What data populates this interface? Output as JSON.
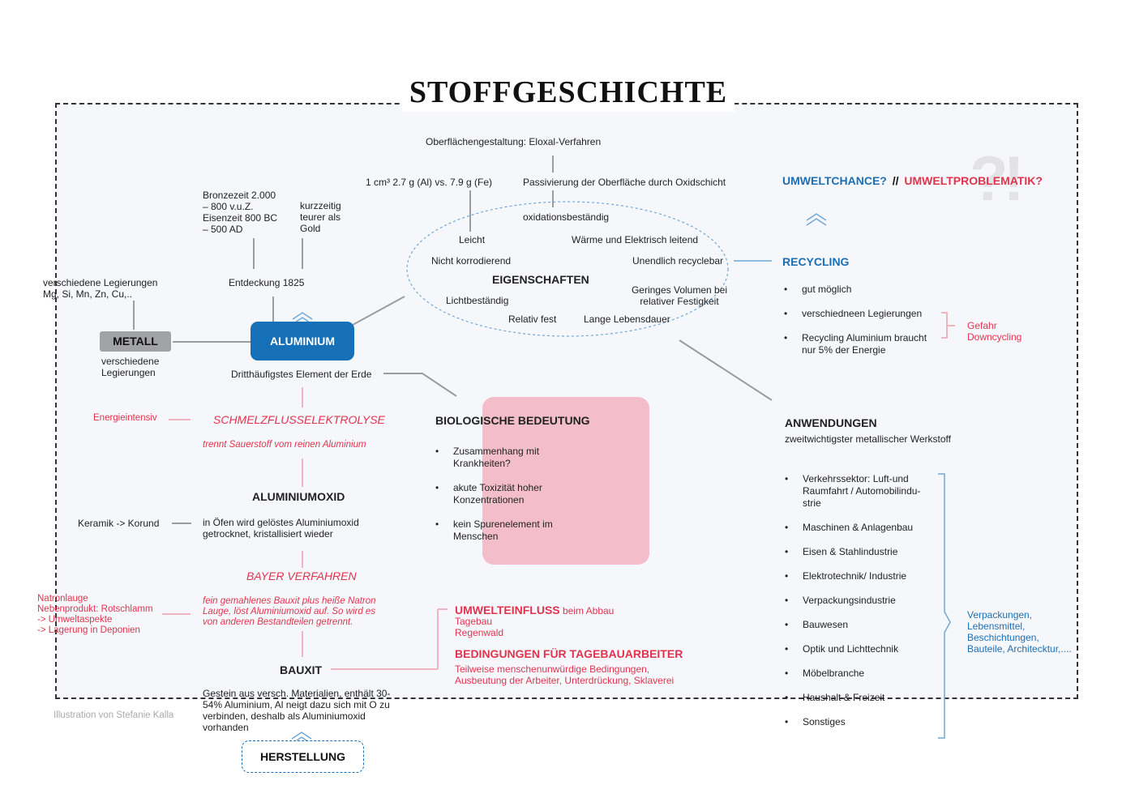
{
  "title": "STOFFGESCHICHTE",
  "credit": "Illustration von Stefanie Kalla",
  "qmark": "?!",
  "nodes": {
    "aluminium": "ALUMINIUM",
    "metall": "METALL",
    "herstellung": "HERSTELLUNG",
    "eigenschaften": "EIGENSCHAFTEN",
    "aluminiumoxid": "ALUMINIUMOXID",
    "bauxit": "BAUXIT",
    "schmelz": "SCHMELZFLUSSELEKTROLYSE",
    "bayer": "BAYER VERFAHREN",
    "bio": "BIOLOGISCHE BEDEUTUNG",
    "anwendungen": "ANWENDUNGEN",
    "recycling": "RECYCLING",
    "umweltchance": "UMWELTCHANCE?",
    "sep": "//",
    "umweltproblematik": "UMWELTPROBLEMATIK?"
  },
  "texts": {
    "oberflaeche": "Oberflächengestaltung: Eloxal-Verfahren",
    "dichte": "1 cm³ 2.7 g (Al) vs. 7.9 g (Fe)",
    "passivierung": "Passivierung der Oberfläche durch Oxidschicht",
    "oxidations": "oxidationsbeständig",
    "leicht": "Leicht",
    "waerme": "Wärme und Elektrisch leitend",
    "nichtkorr": "Nicht korrodierend",
    "unendlich": "Unendlich recyclebar",
    "licht": "Lichtbeständig",
    "geringes1": "Geringes Volumen bei",
    "geringes2": "relativer Festigkeit",
    "relativ": "Relativ fest",
    "lange": "Lange Lebensdauer",
    "bronze1": "Bronzezeit 2.000",
    "bronze2": "– 800 v.u.Z.",
    "bronze3": "Eisenzeit 800 BC",
    "bronze4": "– 500 AD",
    "kurz1": "kurzzeitig",
    "kurz2": "teurer als",
    "kurz3": "Gold",
    "entdeckung": "Entdeckung 1825",
    "legier1": "verschiedene Legierungen",
    "legier2": "Mg, Si, Mn, Zn, Cu,..",
    "metall_sub1": "verschiedene",
    "metall_sub2": "Legierungen",
    "dritt": "Dritthäufigstes Element der Erde",
    "energie": "Energieintensiv",
    "trennt": "trennt Sauerstoff vom reinen Aluminium",
    "keramik": "Keramik -> Korund",
    "oefen1": "in Öfen wird gelöstes Aluminiumoxid",
    "oefen2": "getrocknet, kristallisiert wieder",
    "bayer1": "fein gemahlenes Bauxit plus heiße Natron",
    "bayer2": "Lauge, löst Aluminiumoxid auf. So wird es",
    "bayer3": "von anderen Bestandteilen getrennt.",
    "natron1": "Natronlauge",
    "natron2": "Nebenprodukt: Rotschlamm",
    "natron3": "-> Umweltaspekte",
    "natron4": "-> Lagerung in Deponien",
    "bauxit1": "Gestein aus versch. Materialien, enthält 30-",
    "bauxit2": "54% Aluminium, Al neigt dazu sich mit O zu",
    "bauxit3": "verbinden, deshalb als Aluminiumoxid",
    "bauxit4": "vorhanden",
    "umwelteinfluss": "UMWELTEINFLUSS",
    "beim_abbau": " beim Abbau",
    "tagebau": "Tagebau",
    "regenwald": "Regenwald",
    "bedingungen": "BEDINGUNGEN FÜR TAGEBAUARBEITER",
    "bed1": "Teilweise menschenunwürdige Bedingungen,",
    "bed2": "Ausbeutung der Arbeiter, Unterdrückung, Sklaverei",
    "anw_sub": "zweitwichtigster metallischer Werkstoff",
    "gefahr1": "Gefahr",
    "gefahr2": "Downcycling",
    "verp1": "Verpackungen,",
    "verp2": "Lebensmittel,",
    "verp3": "Beschichtungen,",
    "verp4": "Bauteile, Architecktur,...."
  },
  "bio_items": [
    [
      "Zusammenhang mit",
      "Krankheiten?"
    ],
    [
      "akute Toxizität hoher",
      "Konzentrationen"
    ],
    [
      "kein Spurenelement im",
      "Menschen"
    ]
  ],
  "recycling_items": [
    [
      "gut möglich"
    ],
    [
      "verschiedneen Legierungen"
    ],
    [
      "Recycling Aluminium braucht",
      "nur 5% der Energie"
    ]
  ],
  "anwendungen_items": [
    [
      "Verkehrssektor: Luft-und",
      "Raumfahrt / Automobilindu-",
      "strie"
    ],
    [
      "Maschinen & Anlagenbau"
    ],
    [
      "Eisen & Stahlindustrie"
    ],
    [
      "Elektrotechnik/ Industrie"
    ],
    [
      "Verpackungsindustrie"
    ],
    [
      "Bauwesen"
    ],
    [
      "Optik und Lichttechnik"
    ],
    [
      "Möbelbranche"
    ],
    [
      "Haushalt & Freizeit"
    ],
    [
      "Sonstiges"
    ]
  ],
  "colors": {
    "blue": "#1570b7",
    "red": "#e0344e",
    "pink": "#f2b9c4",
    "gray": "#a2a3a6",
    "frame_bg": "#f6f7fb"
  }
}
